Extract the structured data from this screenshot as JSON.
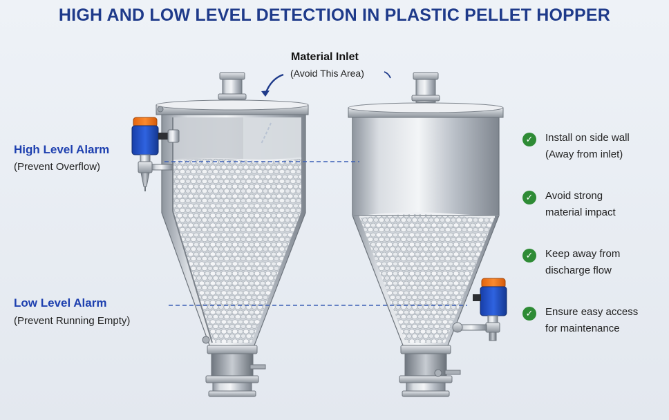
{
  "title": "HIGH AND LOW LEVEL DETECTION IN PLASTIC PELLET HOPPER",
  "inlet": {
    "label": "Material Inlet",
    "note": "(Avoid This Area)"
  },
  "alarms": {
    "high": {
      "label": "High Level Alarm",
      "note": "(Prevent Overflow)"
    },
    "low": {
      "label": "Low Level Alarm",
      "note": "(Prevent Running Empty)"
    }
  },
  "tips": [
    {
      "line1": "Install on side wall",
      "line2": "(Away from inlet)"
    },
    {
      "line1": "Avoid strong",
      "line2": "material impact"
    },
    {
      "line1": "Keep away from",
      "line2": "discharge flow"
    },
    {
      "line1": "Ensure easy access",
      "line2": "for maintenance"
    }
  ],
  "icons": {
    "tip_marker": "check-circle-icon",
    "sensor": "level-sensor-icon"
  },
  "colors": {
    "title": "#1e3a8a",
    "alarm_label": "#1e40af",
    "guide_line": "#3b5fb5",
    "check": "#2e8b35",
    "sensor_body": "#1d4ed8",
    "sensor_cap": "#f97316",
    "steel": "#b8bec6",
    "pellets": "#dfe3e8"
  }
}
